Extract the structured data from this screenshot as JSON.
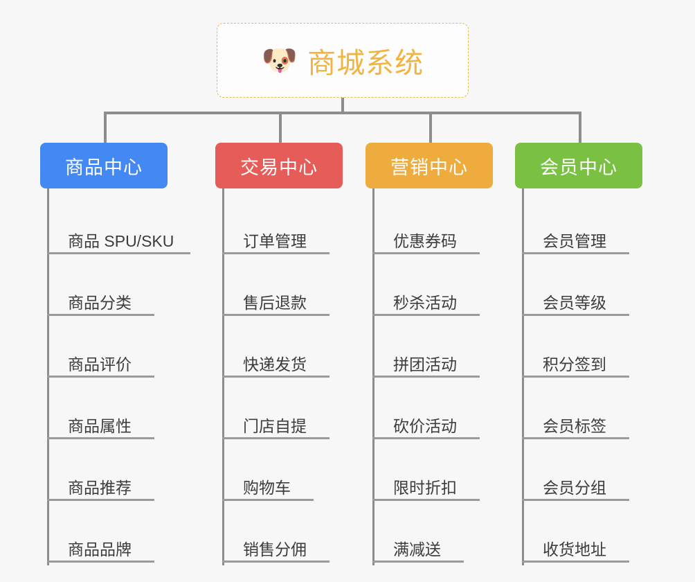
{
  "diagram": {
    "type": "mind-map",
    "title": "商城系统",
    "background_color": "#f7f7f7",
    "root": {
      "label": "商城系统",
      "icon": "shiba-dog-face-emoji",
      "icon_glyph": "🐶",
      "text_color": "#f0b441",
      "border_color": "#e8b84a",
      "border_style": "dashed",
      "background_color": "#fdfdfd"
    },
    "connector_color": "#8d8d8d",
    "branches": [
      {
        "id": "product-center",
        "label": "商品中心",
        "color": "#4488f4",
        "items": [
          "商品 SPU/SKU",
          "商品分类",
          "商品评价",
          "商品属性",
          "商品推荐",
          "商品品牌"
        ]
      },
      {
        "id": "trade-center",
        "label": "交易中心",
        "color": "#e65c58",
        "items": [
          "订单管理",
          "售后退款",
          "快递发货",
          "门店自提",
          "购物车",
          "销售分佣"
        ]
      },
      {
        "id": "marketing-center",
        "label": "营销中心",
        "color": "#eeac3f",
        "items": [
          "优惠券码",
          "秒杀活动",
          "拼团活动",
          "砍价活动",
          "限时折扣",
          "满减送"
        ]
      },
      {
        "id": "member-center",
        "label": "会员中心",
        "color": "#7ac143",
        "items": [
          "会员管理",
          "会员等级",
          "积分签到",
          "会员标签",
          "会员分组",
          "收货地址"
        ]
      }
    ]
  }
}
